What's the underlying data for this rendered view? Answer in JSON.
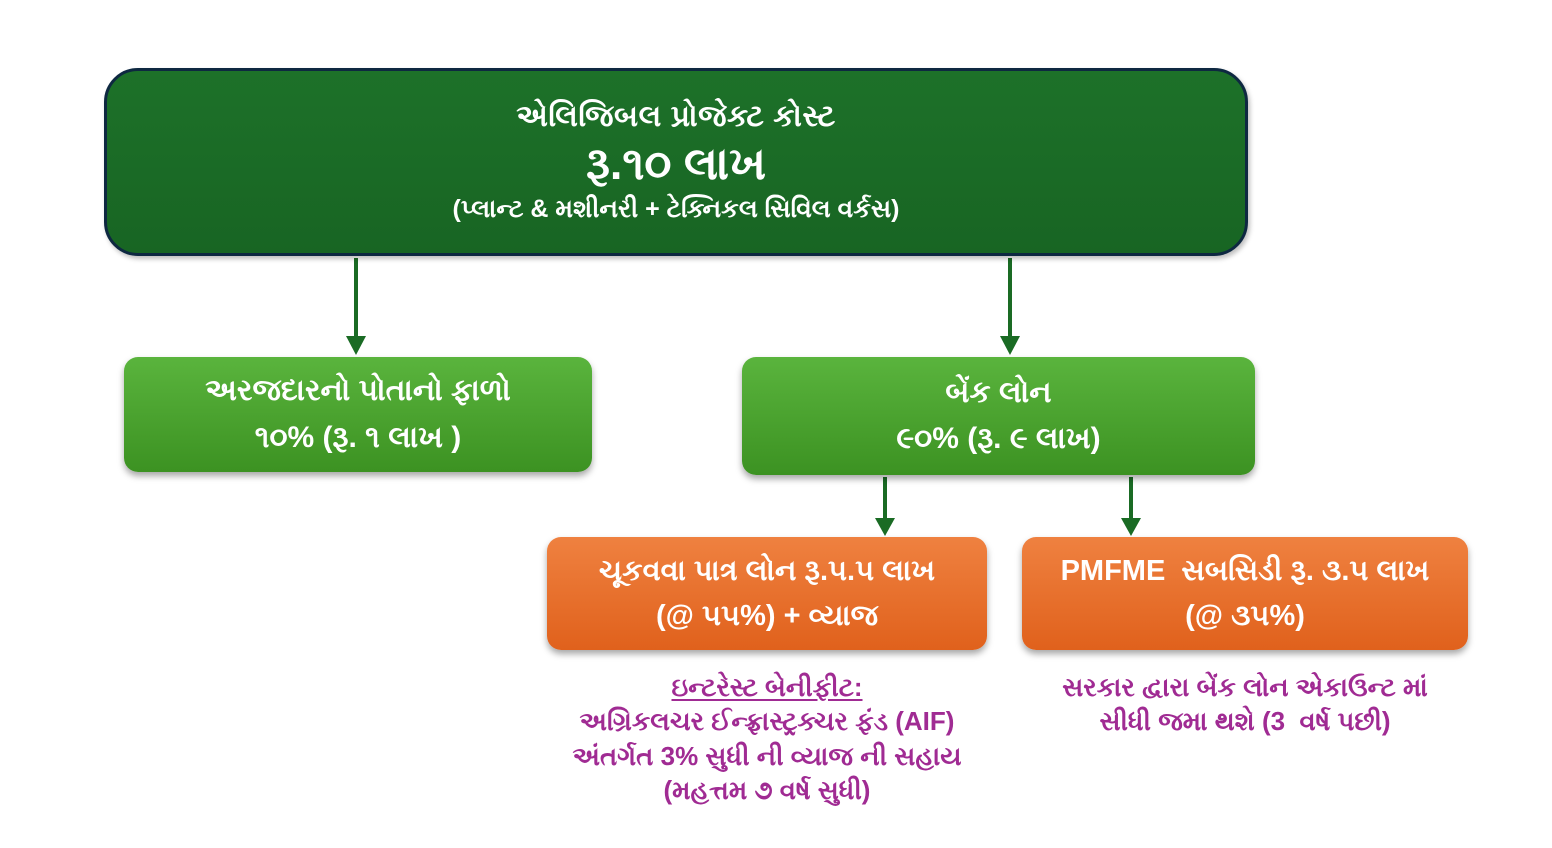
{
  "diagram_title": "PMFME project cost breakup flowchart (Gujarati)",
  "nodes": {
    "project_cost": {
      "title": "એલિજિબલ પ્રોજેક્ટ કોસ્ટ",
      "amount": "રૂ.૧૦ લાખ",
      "subtitle": "(પ્લાન્ટ & મશીનરી + ટેક્નિકલ સિવિલ વર્કસ)"
    },
    "own_contribution": {
      "title": "અરજદારનો પોતાનો ફાળો",
      "amount": "૧૦% (રૂ. ૧ લાખ )"
    },
    "bank_loan": {
      "title": "બેંક લોન",
      "amount": "૯૦% (રૂ. ૯ લાખ)"
    },
    "payable_loan": {
      "title": "ચૂકવવા પાત્ર લોન રૂ.૫.૫ લાખ",
      "amount": "(@ ૫૫%) + વ્યાજ"
    },
    "pmfme_subsidy": {
      "title": "PMFME  સબસિડી રૂ. ૩.૫ લાખ",
      "amount": "(@ ૩૫%)"
    }
  },
  "notes": {
    "interest_benefit": {
      "heading": "ઇન્ટરેસ્ટ બેનીફીટ:",
      "lines": [
        "અગ્રિકલચર ઈન્ફ્રાસ્ટ્રક્ચર ફંડ (AIF)",
        "અંતર્ગત 3% સુધી ની વ્યાજ ની સહાય",
        "(મહત્તમ ૭ વર્ષ સુધી)"
      ]
    },
    "subsidy_credit": {
      "lines": [
        "સરકાર દ્વારા બેંક લોન એકાઉન્ટ માં",
        "સીધી જમા થશે (3  વર્ષ પછી)"
      ]
    }
  },
  "colors": {
    "background": "#FFFFFF",
    "root_fill": "#196B24",
    "root_border": "#0E2841",
    "branch_green_top": "#5AB43D",
    "branch_green_bottom": "#3C9222",
    "orange_top": "#EF8140",
    "orange_bottom": "#E0611C",
    "note_purple": "#A02B93",
    "arrow_green": "#1A6B24",
    "text": "#FFFFFF"
  }
}
